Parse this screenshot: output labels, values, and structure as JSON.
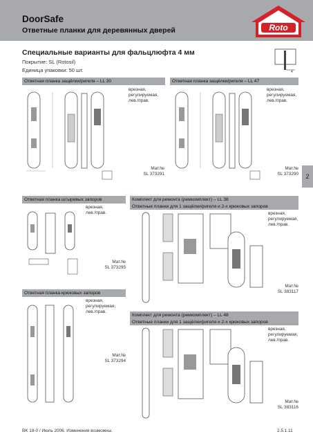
{
  "header": {
    "title": "DoorSafe",
    "subtitle": "Ответные планки для деревянных дверей",
    "logo_text": "Roto",
    "colors": {
      "header_bg": "#a7a9ac",
      "logo_red": "#d2232a"
    }
  },
  "intro": {
    "title": "Специальные варианты для фальцлюфта 4 мм",
    "coating": "Покрытие: SL (Rotosil)",
    "packaging": "Единица упаковки: 50 шт.",
    "frame_dim": "4"
  },
  "side_tab": "2",
  "sections": {
    "ll30": {
      "title": "Ответная планка защёлки/ригеля – LL 30",
      "desc": "врезная,\nрегулируемая,\nлев./прав.",
      "art_label": "Мат.№",
      "art_no": "SL 373291"
    },
    "ll47": {
      "title": "Ответная планка защёлки/ригеля – LL 47",
      "desc": "врезная,\nрегулируемая,\nлев./прав.",
      "art_label": "Мат.№",
      "art_no": "SL 373290"
    },
    "pin": {
      "title": "Ответная планка штыревых запоров",
      "desc": "врезная,\nлев./прав.",
      "art_label": "Мат.№",
      "art_no": "SL 373295"
    },
    "hook": {
      "title": "Ответная планка крюковых запоров",
      "desc": "врезная,\nрегулируемая,\nлев./прав.",
      "art_label": "Мат.№",
      "art_no": "SL 373294"
    },
    "kit38": {
      "title_line1": "Комплект для ремонта (ремкомплект) – LL 38",
      "title_line2": "Ответные планки для 1 защёлки/ригеля и 2-х крюковых запоров",
      "desc": "врезная,\nрегулируемая,\nлев./прав.",
      "art_label": "Мат.№",
      "art_no": "SL 383117"
    },
    "kit48": {
      "title_line1": "Комплект для ремонта (ремкомплект) – LL 48",
      "title_line2": "Ответные планки для 1 защёлки/ригеля и 2-х крюковых запоров",
      "desc": "врезная,\nрегулируемая,\nлев./прав.",
      "art_label": "Мат.№",
      "art_no": "SL 383116"
    }
  },
  "footer": {
    "left": "BK 18-0 / Июль 2006. Изменения возможны.",
    "right": "2.5.1.11"
  }
}
